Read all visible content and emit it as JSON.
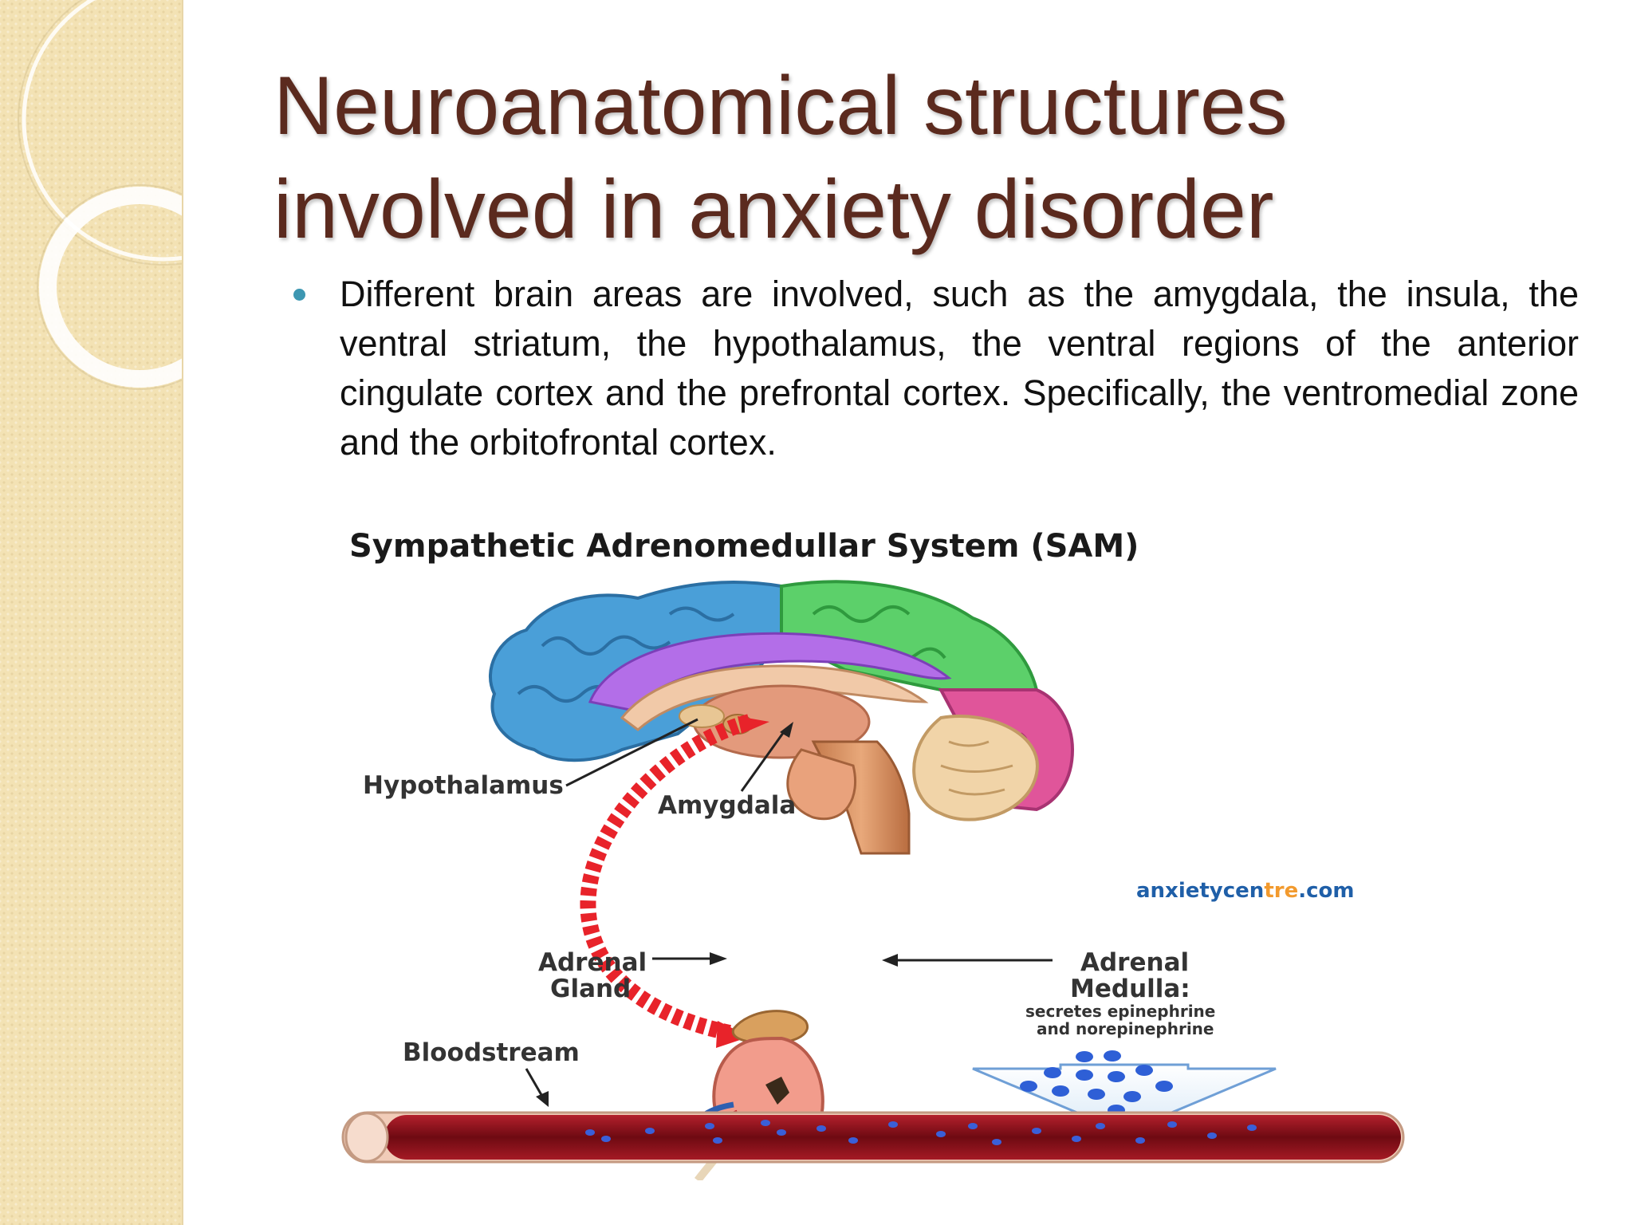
{
  "slide": {
    "title_lines": [
      "Neuroanatomical structures",
      "involved in anxiety disorder"
    ],
    "bullets": [
      {
        "text": "Different brain areas are involved, such as the amygdala, the insula, the ventral striatum, the hypothalamus, the ventral regions of the anterior cingulate cortex and the prefrontal cortex. Specifically, the ventromedial zone and the orbitofrontal cortex."
      }
    ]
  },
  "figure": {
    "title": "Sympathetic Adrenomedullar System (SAM)",
    "labels": {
      "hypothalamus": "Hypothalamus",
      "amygdala": "Amygdala",
      "adrenal_gland_line1": "Adrenal",
      "adrenal_gland_line2": "Gland",
      "adrenal_medulla_line1": "Adrenal",
      "adrenal_medulla_line2": "Medulla:",
      "medulla_note_line1": "secretes epinephrine",
      "medulla_note_line2": "and norepinephrine",
      "bloodstream": "Bloodstream"
    },
    "watermark": {
      "part1": "anxietycen",
      "part2": "tre",
      "part3": ".com"
    }
  },
  "colors": {
    "title": "#5b2a1e",
    "bullet": "#3d97b2",
    "left_band": "#f3e2b4",
    "brain_blue": "#4a9fd8",
    "brain_green": "#5cd06a",
    "brain_pink": "#e0559a",
    "brain_purple": "#b36ee8",
    "arrow_red": "#e8232a",
    "vessel": "#7a0c14",
    "watermark_blue": "#1f5fa8",
    "watermark_orange": "#f29a2e"
  }
}
